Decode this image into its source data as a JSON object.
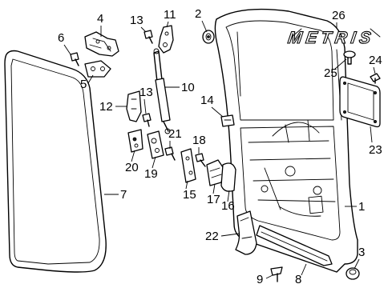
{
  "diagram": {
    "type": "exploded-parts-view",
    "emblem_text": "METRIS",
    "callouts": [
      "1",
      "2",
      "3",
      "4",
      "5",
      "6",
      "7",
      "8",
      "9",
      "10",
      "11",
      "12",
      "13",
      "13",
      "14",
      "15",
      "16",
      "17",
      "18",
      "19",
      "20",
      "21",
      "22",
      "23",
      "24",
      "25",
      "26"
    ],
    "colors": {
      "line": "#000000",
      "background": "#ffffff"
    }
  }
}
